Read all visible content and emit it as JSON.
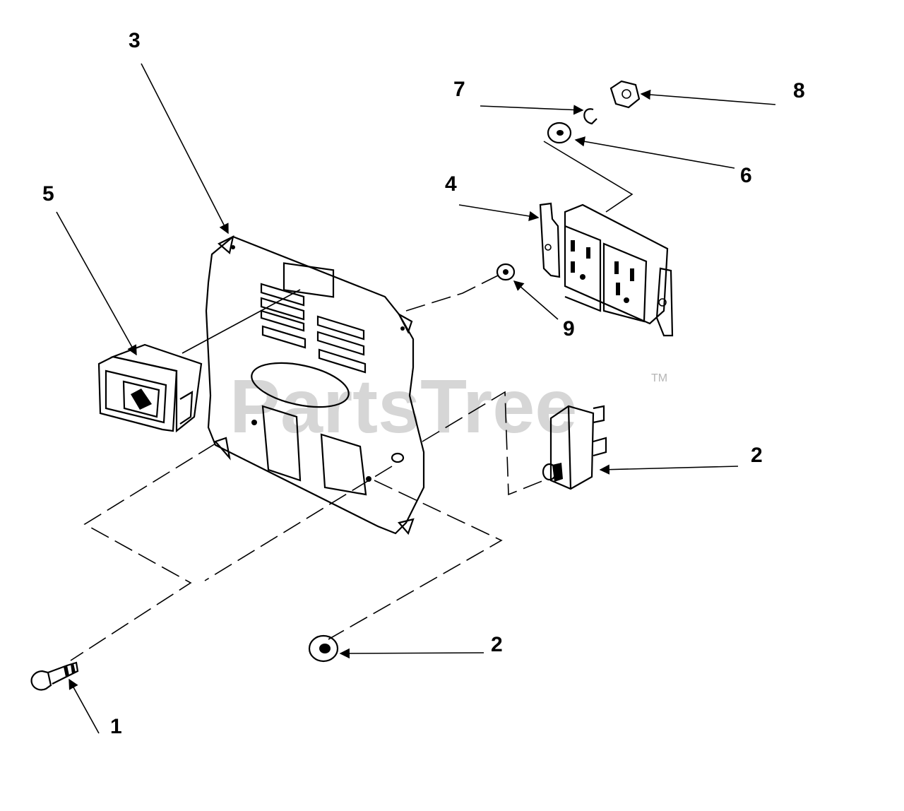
{
  "diagram": {
    "callouts": [
      {
        "id": "c1",
        "text": "1"
      },
      {
        "id": "c2a",
        "text": "2"
      },
      {
        "id": "c2b",
        "text": "2"
      },
      {
        "id": "c3",
        "text": "3"
      },
      {
        "id": "c4",
        "text": "4"
      },
      {
        "id": "c5",
        "text": "5"
      },
      {
        "id": "c6",
        "text": "6"
      },
      {
        "id": "c7",
        "text": "7"
      },
      {
        "id": "c8",
        "text": "8"
      },
      {
        "id": "c9",
        "text": "9"
      }
    ],
    "parts": [
      {
        "name": "screw",
        "callout": "1"
      },
      {
        "name": "circuit-breaker",
        "callout": "2"
      },
      {
        "name": "grommet",
        "callout": "2"
      },
      {
        "name": "control-panel",
        "callout": "3"
      },
      {
        "name": "duplex-receptacle",
        "callout": "4"
      },
      {
        "name": "rocker-switch",
        "callout": "5"
      },
      {
        "name": "flat-washer",
        "callout": "6"
      },
      {
        "name": "lock-washer",
        "callout": "7"
      },
      {
        "name": "hex-nut",
        "callout": "8"
      },
      {
        "name": "receptacle-washer",
        "callout": "9"
      }
    ]
  },
  "watermark": {
    "text": "PartsTree",
    "trademark": "TM"
  },
  "colors": {
    "line": "#000000",
    "background": "#ffffff",
    "watermark": "#b5b5b5"
  }
}
